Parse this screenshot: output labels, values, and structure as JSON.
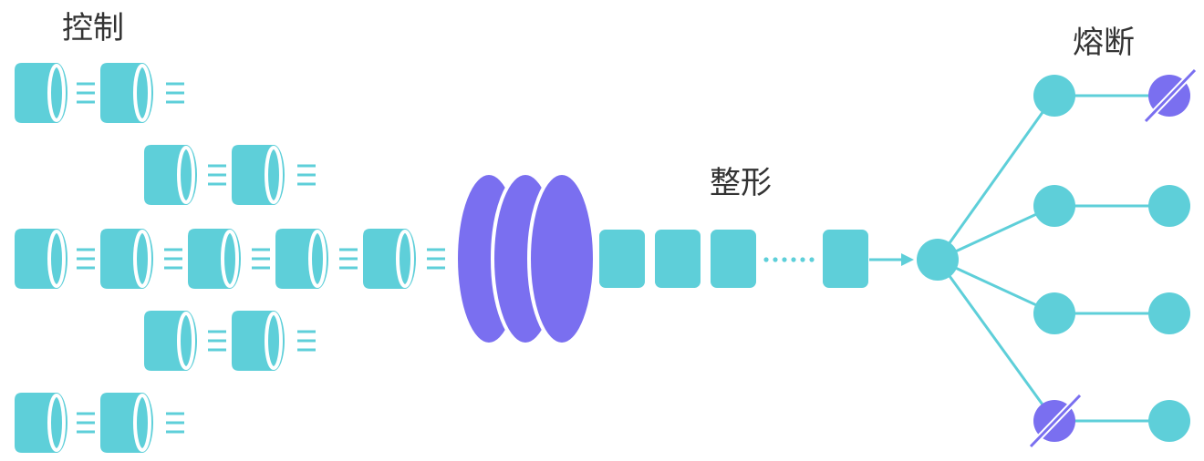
{
  "labels": {
    "control": "控制",
    "shaping": "整形",
    "circuit_breaking": "熔断"
  },
  "colors": {
    "teal": "#5ecfd9",
    "purple": "#7a6ff0",
    "text": "#333333",
    "background": "#ffffff"
  },
  "icons": {
    "cylinder": "cylinder-request-icon",
    "disc": "disc-filter-icon",
    "node": "service-node-icon",
    "broken_node": "broken-service-node-icon"
  }
}
